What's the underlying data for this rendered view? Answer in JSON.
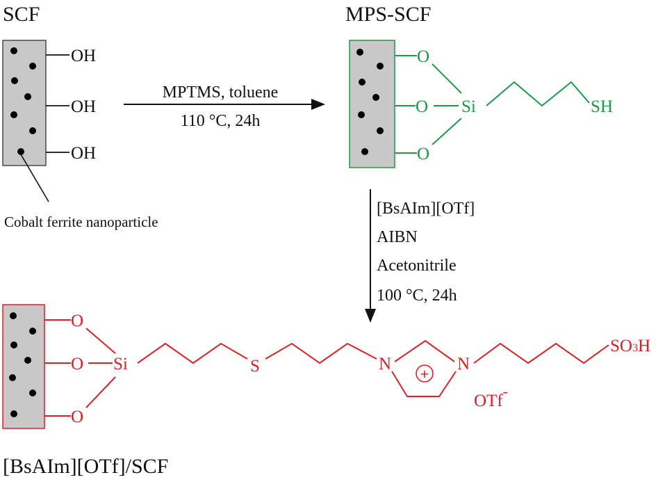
{
  "labels": {
    "scf": "SCF",
    "mps_scf": "MPS-SCF",
    "product": "[BsAIm][OTf]/SCF",
    "cobalt": "Cobalt ferrite nanoparticle"
  },
  "step1": {
    "reagents": "MPTMS, toluene",
    "conditions": "110 °C, 24h"
  },
  "step2": {
    "line1": "[BsAIm][OTf]",
    "line2": "AIBN",
    "line3": "Acetonitrile",
    "line4": "100 °C, 24h"
  },
  "atoms": {
    "oh": "OH",
    "o": "O",
    "si": "Si",
    "sh": "SH",
    "s": "S",
    "n": "N",
    "plus": "+",
    "so3h_prefix": "SO",
    "so3h_sub": "3",
    "so3h_suffix": "H",
    "otf": "OTf",
    "minus": "-"
  },
  "colors": {
    "black": "#111111",
    "green": "#1a9a4a",
    "red": "#d92027",
    "particle_fill": "#c8c8c8"
  }
}
